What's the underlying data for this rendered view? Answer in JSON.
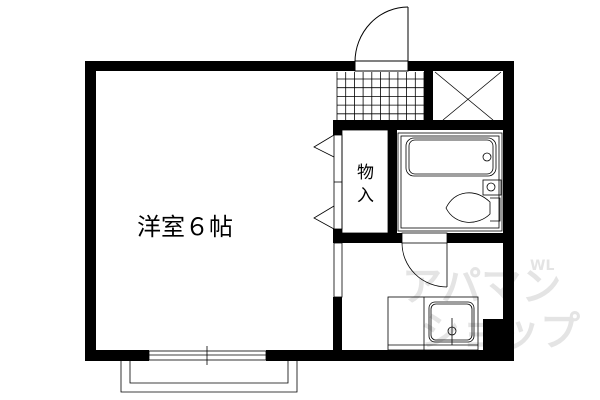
{
  "rooms": {
    "western_room": "洋室６帖",
    "storage_line1": "物",
    "storage_line2": "入"
  },
  "watermark": {
    "line1": "アパマン",
    "line2": "ショップ",
    "small": "WL"
  },
  "colors": {
    "wall": "#000000",
    "watermark": "#e6e6e6"
  }
}
